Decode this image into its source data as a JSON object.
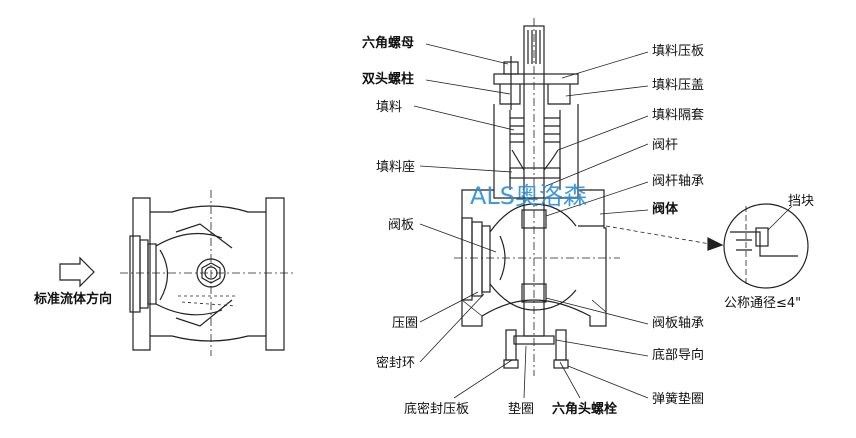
{
  "left_view": {
    "flow_label": "标准流体方向"
  },
  "labels": {
    "hex_nut": "六角螺母",
    "stud_bolt": "双头螺柱",
    "packing": "填料",
    "packing_seat": "填料座",
    "valve_plug": "阀板",
    "pressure_ring": "压圈",
    "seal_ring": "密封环",
    "bottom_seal_gland": "底密封压板",
    "gasket": "垫圈",
    "hex_bolt": "六角头螺栓",
    "packing_gland_plate": "填料压板",
    "packing_gland_cover": "填料压盖",
    "packing_spacer": "填料隔套",
    "valve_stem": "阀杆",
    "stem_bearing": "阀杆轴承",
    "valve_body": "阀体",
    "plug_bearing": "阀板轴承",
    "bottom_guide": "底部导向",
    "spring_washer": "弹簧垫圈",
    "stop_block": "挡块",
    "nominal_size": "公称通径≤4\""
  },
  "watermark": "ALS奥洛森"
}
